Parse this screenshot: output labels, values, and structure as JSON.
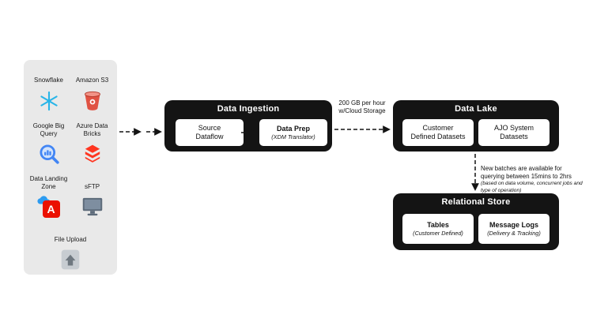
{
  "sources_panel": {
    "items": [
      {
        "label": "Snowflake",
        "icon": "snowflake-icon"
      },
      {
        "label": "Amazon S3",
        "icon": "amazon-s3-icon"
      },
      {
        "label": "Google Big\nQuery",
        "icon": "bigquery-icon"
      },
      {
        "label": "Azure Data\nBricks",
        "icon": "databricks-icon"
      },
      {
        "label": "Data Landing\nZone",
        "icon": "data-landing-zone-icon"
      },
      {
        "label": "sFTP",
        "icon": "sftp-icon"
      },
      {
        "label": "File Upload",
        "icon": "file-upload-icon"
      }
    ]
  },
  "ingestion": {
    "title": "Data Ingestion",
    "source_dataflow": {
      "label": "Source\nDataflow"
    },
    "data_prep": {
      "label": "Data Prep",
      "note": "(XDM Translator)"
    }
  },
  "throughput_label": "200 GB per hour\nw/Cloud Storage",
  "data_lake": {
    "title": "Data Lake",
    "customer_defined": {
      "label": "Customer\nDefined Datasets"
    },
    "ajo_system": {
      "label": "AJO System\nDatasets"
    }
  },
  "batch_note": {
    "main": "New batches are available for\nquerying between 15mins to 2hrs",
    "detail": "(based on data volume, concurrent jobs and\ntype of operation)"
  },
  "relational_store": {
    "title": "Relational Store",
    "tables": {
      "label": "Tables",
      "note": "(Customer Defined)"
    },
    "message_logs": {
      "label": "Message Logs",
      "note": "(Delivery & Tracking)"
    }
  },
  "colors": {
    "group_box_black": "#141414",
    "panel_gray": "#e9e9e9",
    "snowflake_blue": "#29b5e8",
    "s3_red": "#e05243",
    "bigquery_blue": "#4285f4",
    "databricks_red": "#ff3621",
    "adobe_red": "#eb1000",
    "cloud_blue": "#2d9bf0",
    "sftp_gray": "#5d6b7a",
    "upload_gray": "#c7ccd1"
  }
}
